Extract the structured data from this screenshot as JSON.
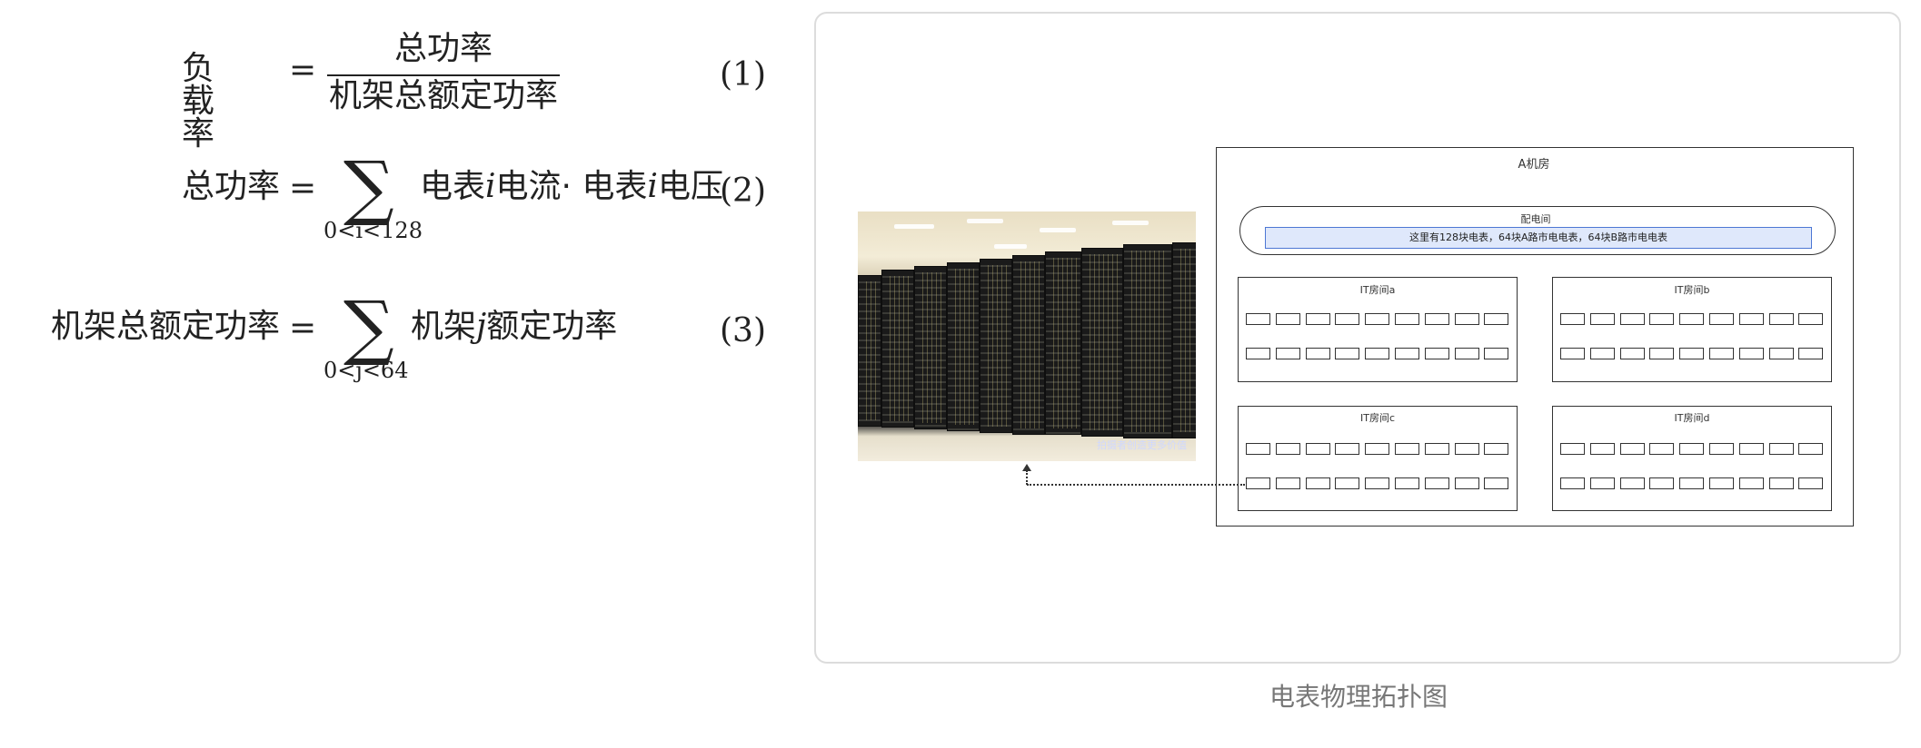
{
  "equations": [
    {
      "lhs": "负载率",
      "eq": "=",
      "numerator": "总功率",
      "denominator": "机架总额定功率",
      "number": "(1)"
    },
    {
      "lhs": "总功率",
      "eq": "=",
      "sum_symbol": "∑",
      "sum_lower": "0<i<128",
      "term_a": "电表",
      "var1": "i",
      "term_b": "电流· 电表",
      "var2": "i",
      "term_c": "电压",
      "number": "(2)"
    },
    {
      "lhs": "机架总额定功率",
      "eq": "=",
      "sum_symbol": "∑",
      "sum_lower": "0<j<64",
      "term_a": "机架",
      "var1": "j",
      "term_b": "额定功率",
      "number": "(3)"
    }
  ],
  "figure": {
    "caption": "电表物理拓扑图",
    "photo_watermark": "拍摄者创造更多价值",
    "topology": {
      "room_label": "A机房",
      "power_room_label": "配电间",
      "power_note": "这里有128块电表，64块A路市电电表，64块B路市电电表",
      "it_rooms": [
        {
          "label": "IT房间a"
        },
        {
          "label": "IT房间b"
        },
        {
          "label": "IT房间c"
        },
        {
          "label": "IT房间d"
        }
      ],
      "meters_per_row": 9,
      "rows_per_room": 2
    }
  }
}
